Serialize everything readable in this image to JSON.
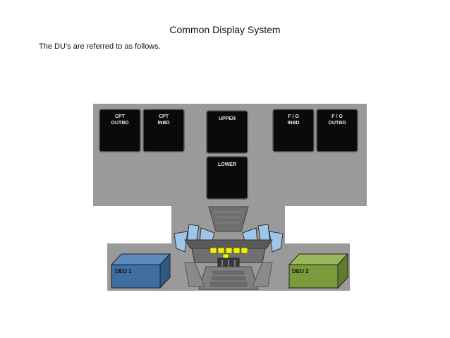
{
  "page": {
    "title": "Common Display System",
    "intro": "The DU’s are referred to as follows."
  },
  "display_units": [
    {
      "id": "cpt-outbd",
      "line1": "CPT",
      "line2": "OUTBD"
    },
    {
      "id": "cpt-inbd",
      "line1": "CPT",
      "line2": "INBD"
    },
    {
      "id": "upper",
      "line1": "UPPER",
      "line2": ""
    },
    {
      "id": "lower",
      "line1": "LOWER",
      "line2": ""
    },
    {
      "id": "fo-inbd",
      "line1": "F / O",
      "line2": "INBD"
    },
    {
      "id": "fo-outbd",
      "line1": "F / O",
      "line2": "OUTBD"
    }
  ],
  "deu": [
    {
      "id": "deu1",
      "label": "DEU 1",
      "color": "#3f6f9e"
    },
    {
      "id": "deu2",
      "label": "DEU 2",
      "color": "#7a9a3c"
    }
  ],
  "colors": {
    "panel": "#9a9a9a",
    "display": "#0a0a0a",
    "cockpit_glass": "#9fc6ea",
    "switch_yellow": "#f2f200"
  }
}
